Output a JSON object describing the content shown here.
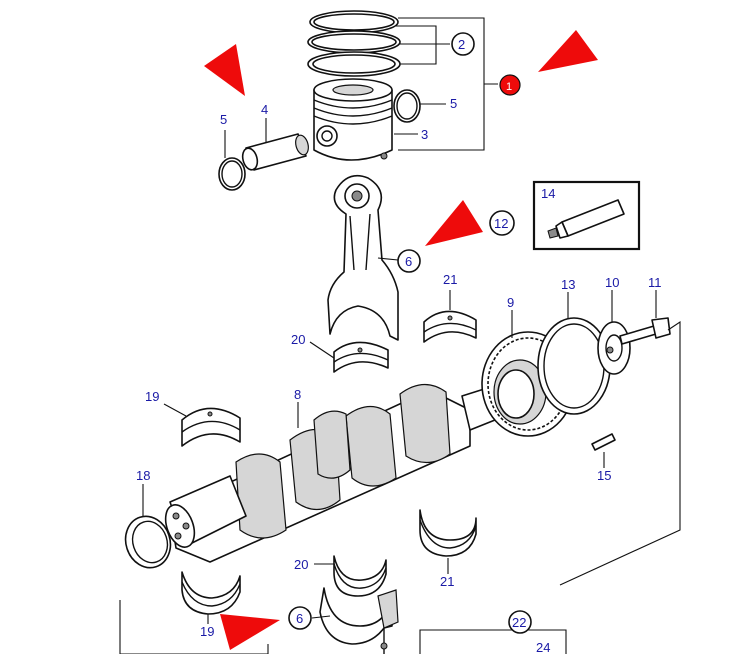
{
  "callouts": {
    "c1": "1",
    "c2": "2",
    "c3": "3",
    "c4": "4",
    "c5a": "5",
    "c5b": "5",
    "c6a": "6",
    "c6b": "6",
    "c8": "8",
    "c9": "9",
    "c10": "10",
    "c11": "11",
    "c12": "12",
    "c13": "13",
    "c14": "14",
    "c15": "15",
    "c18": "18",
    "c19a": "19",
    "c19b": "19",
    "c20a": "20",
    "c20b": "20",
    "c21a": "21",
    "c21b": "21",
    "c22": "22",
    "c24": "24"
  },
  "colors": {
    "callout_text": "#1a1aa6",
    "highlight_red": "#ee0b0b",
    "line": "#111111"
  },
  "icons": [
    "warning-arrow",
    "callout-circle",
    "callout-dot"
  ]
}
